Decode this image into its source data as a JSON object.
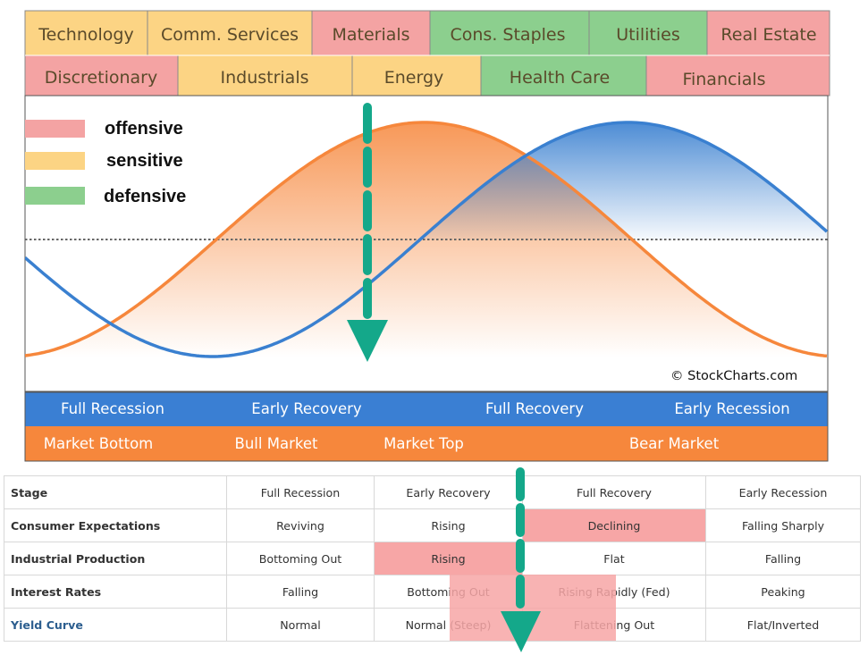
{
  "sectors": {
    "row1": [
      {
        "label": "Technology",
        "type": "sensitive"
      },
      {
        "label": "Comm. Services",
        "type": "sensitive"
      },
      {
        "label": "Materials",
        "type": "offensive"
      },
      {
        "label": "Cons. Staples",
        "type": "defensive"
      },
      {
        "label": "Utilities",
        "type": "defensive"
      },
      {
        "label": "Real Estate",
        "type": "offensive"
      }
    ],
    "row2": [
      {
        "label": "Discretionary",
        "type": "offensive"
      },
      {
        "label": "Industrials",
        "type": "sensitive"
      },
      {
        "label": "Energy",
        "type": "sensitive"
      },
      {
        "label": "Health Care",
        "type": "defensive"
      },
      {
        "label": "Financials",
        "type": "offensive"
      }
    ]
  },
  "legend": [
    {
      "label": "offensive",
      "color": "#f4a3a3"
    },
    {
      "label": "sensitive",
      "color": "#fcd484"
    },
    {
      "label": "defensive",
      "color": "#8ccf8e"
    }
  ],
  "colors": {
    "offensive": "#f4a3a3",
    "sensitive": "#fcd484",
    "defensive": "#8ccf8e",
    "market_curve": "#f6873c",
    "economy_curve": "#3a80d0",
    "arrow": "#14a88a",
    "economy_band": "#3a7fd3",
    "market_band": "#f6873c",
    "highlight": "#f7a6a6"
  },
  "credit": "© StockCharts.com",
  "economy_stages": [
    "Full Recession",
    "Early Recovery",
    "Full Recovery",
    "Early Recession"
  ],
  "market_stages": [
    "Market Bottom",
    "Bull Market",
    "Market Top",
    "Bear Market"
  ],
  "table": {
    "rows": [
      {
        "label": "Stage",
        "cells": [
          "Full Recession",
          "Early Recovery",
          "Full Recovery",
          "Early Recession"
        ]
      },
      {
        "label": "Consumer Expectations",
        "cells": [
          "Reviving",
          "Rising",
          "Declining",
          "Falling Sharply"
        ]
      },
      {
        "label": "Industrial Production",
        "cells": [
          "Bottoming Out",
          "Rising",
          "Flat",
          "Falling"
        ]
      },
      {
        "label": "Interest Rates",
        "cells": [
          "Falling",
          "Bottoming Out",
          "Rising Rapidly (Fed)",
          "Peaking"
        ]
      },
      {
        "label": "Yield Curve",
        "cells": [
          "Normal",
          "Normal (Steep)",
          "Flattening Out",
          "Flat/Inverted"
        ]
      }
    ]
  }
}
